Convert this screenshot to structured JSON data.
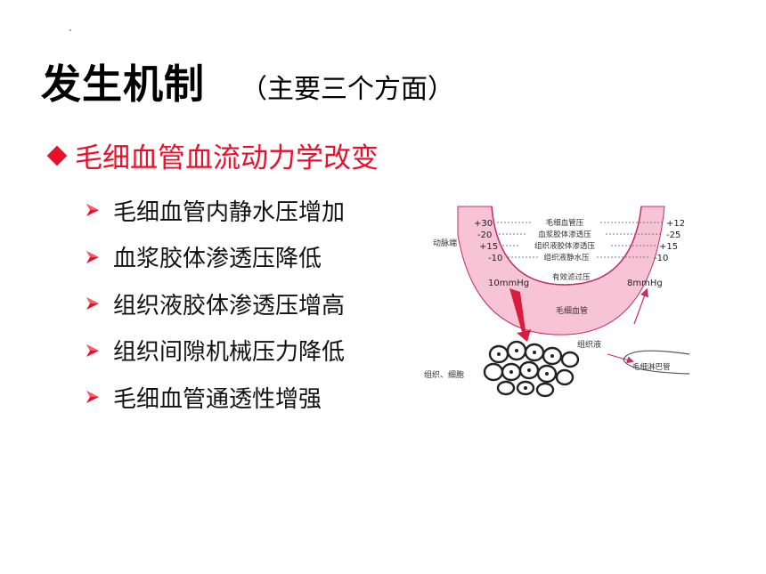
{
  "title": {
    "main": "发生机制",
    "sub": "（主要三个方面）"
  },
  "heading": {
    "text": "毛细血管血流动力学改变"
  },
  "items": [
    "毛细血管内静水压增加",
    "血浆胶体渗透压降低",
    "组织液胶体渗透压增高",
    "组织间隙机械压力降低",
    "毛细血管通透性增强"
  ],
  "diagram": {
    "rows": [
      {
        "left": "+30",
        "label": "毛细血管压",
        "right": "+12"
      },
      {
        "left": "-20",
        "label": "血浆胶体渗透压",
        "right": "-25"
      },
      {
        "left": "+15",
        "label": "组织液胶体渗透压",
        "right": "+15"
      },
      {
        "left": "-10",
        "label": "组织液静水压",
        "right": "-10"
      }
    ],
    "arterial_end": "动脉端",
    "left_pressure": "10mmHg",
    "filtration_label": "有效滤过压",
    "right_pressure": "8mmHg",
    "capillary_label": "毛细血管",
    "tissue_fluid": "组织液",
    "lymphatic": "毛细淋巴管",
    "tissue_cells": "组织、细胞"
  },
  "colors": {
    "accent": "#e8102a",
    "vessel_fill": "#f7c4d6",
    "vessel_stroke": "#c0306a"
  }
}
